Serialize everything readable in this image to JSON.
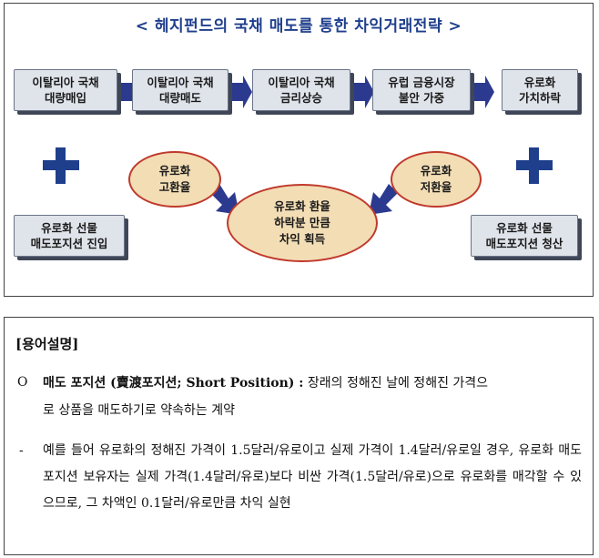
{
  "diagram": {
    "title": "< 헤지펀드의 국채 매도를 통한 차익거래전략 >",
    "steps": [
      "이탈리아 국채\n대량매입",
      "이탈리아 국채\n대량매도",
      "이탈리아 국채\n금리상승",
      "유럽 금융시장\n불안 가중",
      "유로화\n가치하락"
    ],
    "left_box": "유로화 선물\n매도포지션 진입",
    "right_box": "유로화 선물\n매도포지션 청산",
    "ellipse_left": "유로화\n고환율",
    "ellipse_right": "유로화\n저환율",
    "ellipse_center": "유로화 환율\n하락분 만큼\n차익 획득",
    "plus_color": "#1f3f8c",
    "arrow_color": "#2b3a8f"
  },
  "glossary": {
    "header": "[용어설명]",
    "term_bullet": "O",
    "term_name": "매도 포지션 (賣渡포지션; Short Position) :",
    "term_def": " 장래의 정해진 날에 정해진 가격으",
    "term_def2": "로 상품을 매도하기로 약속하는 계약",
    "example_bullet": "-",
    "example_text": "예를 들어 유로화의 정해진 가격이 1.5달러/유로이고 실제 가격이 1.4달러/유로일 경우, 유로화 매도 포지션 보유자는 실제 가격(1.4달러/유로)보다 비싼 가격(1.5달러/유로)으로 유로화를 매각할 수 있으므로, 그 차액인 0.1달러/유로만큼 차익 실현"
  }
}
